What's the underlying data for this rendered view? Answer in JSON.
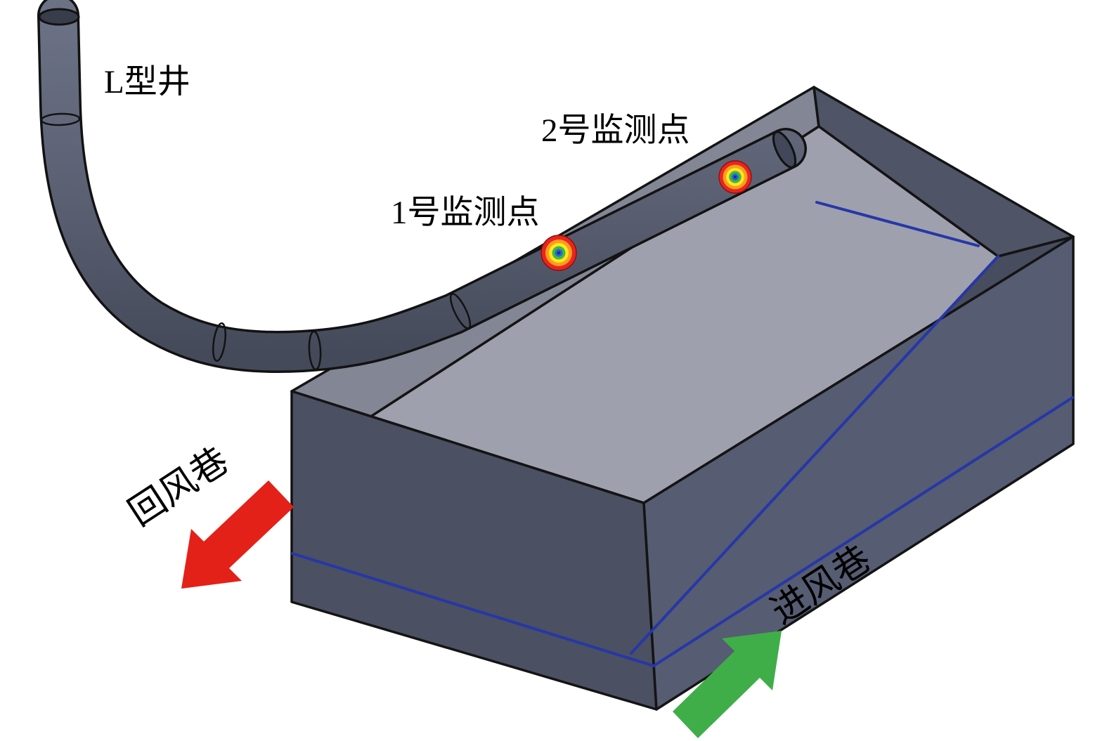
{
  "diagram": {
    "type": "3d-schematic",
    "subject": "L-shaped well over mining working face with monitoring points and airways",
    "labels": {
      "l_well": "L型井",
      "monitor_1": "1号监测点",
      "monitor_2": "2号监测点",
      "return_airway": "回风巷",
      "intake_airway": "进风巷"
    },
    "colors": {
      "return_arrow": "#e32119",
      "return_arrow_edge": "#a81410",
      "intake_arrow": "#3fae49",
      "intake_arrow_edge": "#2a8a34",
      "marker_line": "#2637a8",
      "wall_dark": "#4b5062",
      "wall_right": "#565c72",
      "wall_inner_right": "#474c5e",
      "wall_inner_near": "#5c6173",
      "wall_inner_left": "#838694",
      "wall_inner_far": "#4f5466",
      "floor_light": "#9fa0ad",
      "text": "#000000"
    },
    "monitor_points": [
      {
        "id": 1,
        "label": "1号监测点"
      },
      {
        "id": 2,
        "label": "2号监测点"
      }
    ]
  }
}
